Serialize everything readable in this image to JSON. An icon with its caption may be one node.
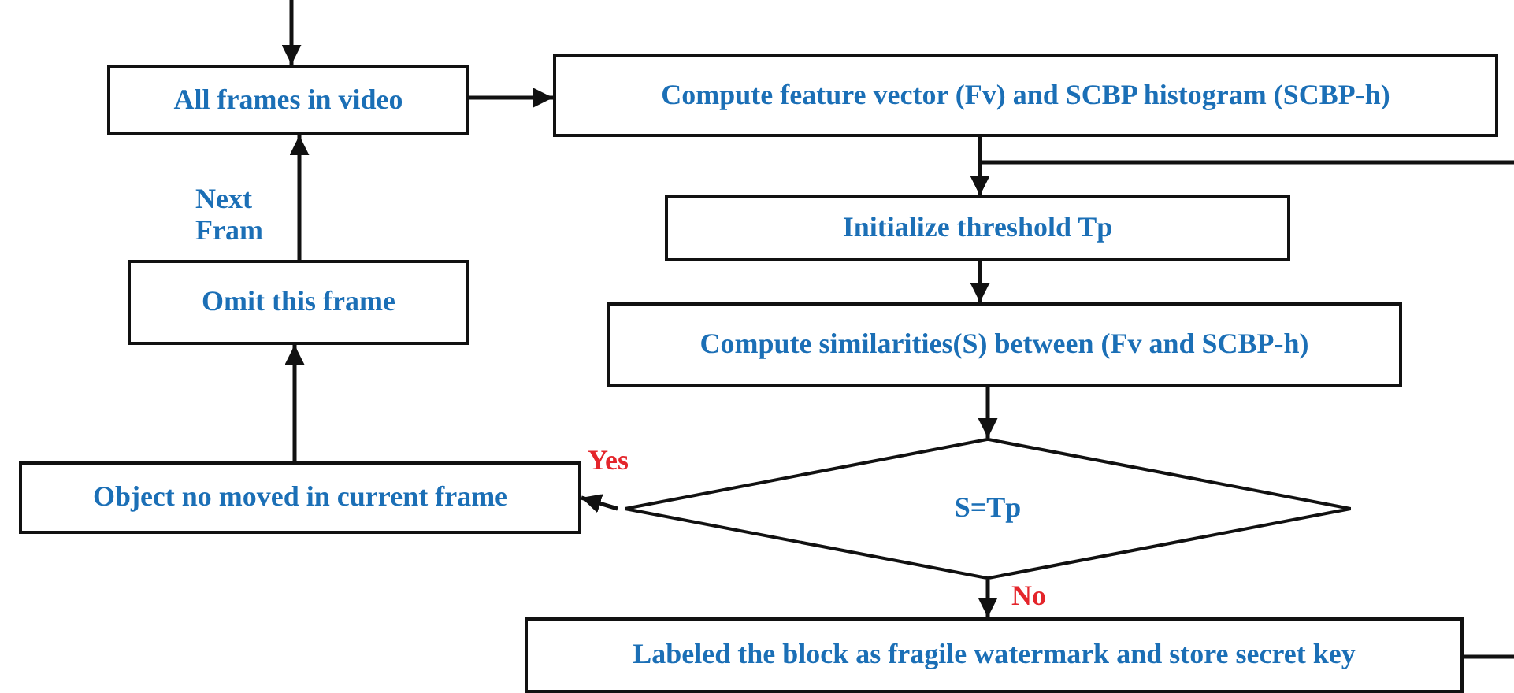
{
  "diagram": {
    "nodes": [
      {
        "text": [
          "All frames in video"
        ]
      },
      {
        "text": [
          "Compute feature vector (Fv) and SCBP histogram (SCBP-h)"
        ]
      },
      {
        "text": [
          "Initialize threshold Tp"
        ]
      },
      {
        "text": [
          "Compute similarities(S) between (Fv and SCBP-h)"
        ]
      },
      {
        "text": [
          "S=Tp"
        ]
      },
      {
        "text": [
          "Object no moved in current frame"
        ]
      },
      {
        "text": [
          "Omit this frame"
        ]
      },
      {
        "text": [
          "Labeled the block as fragile watermark and store secret key"
        ]
      }
    ],
    "edges": [
      {
        "from": null,
        "to": 0,
        "arrow": "to"
      },
      {
        "from": 0,
        "to": 1,
        "arrow": "to"
      },
      {
        "from": 1,
        "to": 2,
        "arrow": "to"
      },
      {
        "from": null,
        "to": 2,
        "arrow": "to"
      },
      {
        "from": 2,
        "to": 3,
        "arrow": "to"
      },
      {
        "from": 3,
        "to": 4,
        "arrow": "to"
      },
      {
        "from": 4,
        "to": 5,
        "arrow": "to",
        "label": "Yes"
      },
      {
        "from": 4,
        "to": 7,
        "arrow": "to",
        "label": "No"
      },
      {
        "from": 5,
        "to": 6,
        "arrow": "to"
      },
      {
        "from": 6,
        "to": 0,
        "arrow": "to",
        "label": "Next Fram"
      },
      {
        "from": 7,
        "to": null,
        "arrow": "none"
      }
    ]
  }
}
